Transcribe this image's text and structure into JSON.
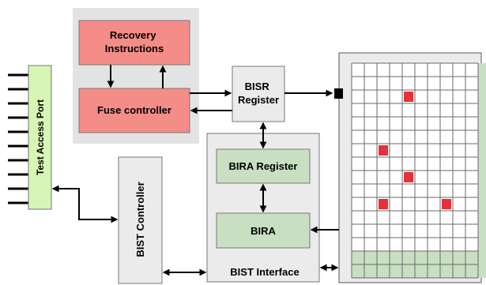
{
  "blocks": {
    "recovery": "Recovery\nInstructions",
    "fuse": "Fuse controller",
    "bisr": "BISR\nRegister",
    "tap": "Test Access Port",
    "bist_controller": "BIST Controller",
    "bira_register": "BIRA Register",
    "bira": "BIRA",
    "bist_interface": "BIST  Interface"
  },
  "memory_array": {
    "rows": 16,
    "cols": 11,
    "faulty_cells": [
      [
        2,
        4
      ],
      [
        6,
        2
      ],
      [
        8,
        4
      ],
      [
        10,
        2
      ],
      [
        10,
        7
      ]
    ],
    "spare_rows": 2,
    "spare_cols": 1
  },
  "colors": {
    "pink": "#f48c88",
    "green": "#c8dfc1",
    "tap_green": "#d7f6b5",
    "gray_box": "#ebebeb",
    "shaded_area": "#e3e3e3",
    "fault_red": "#e8303a"
  }
}
